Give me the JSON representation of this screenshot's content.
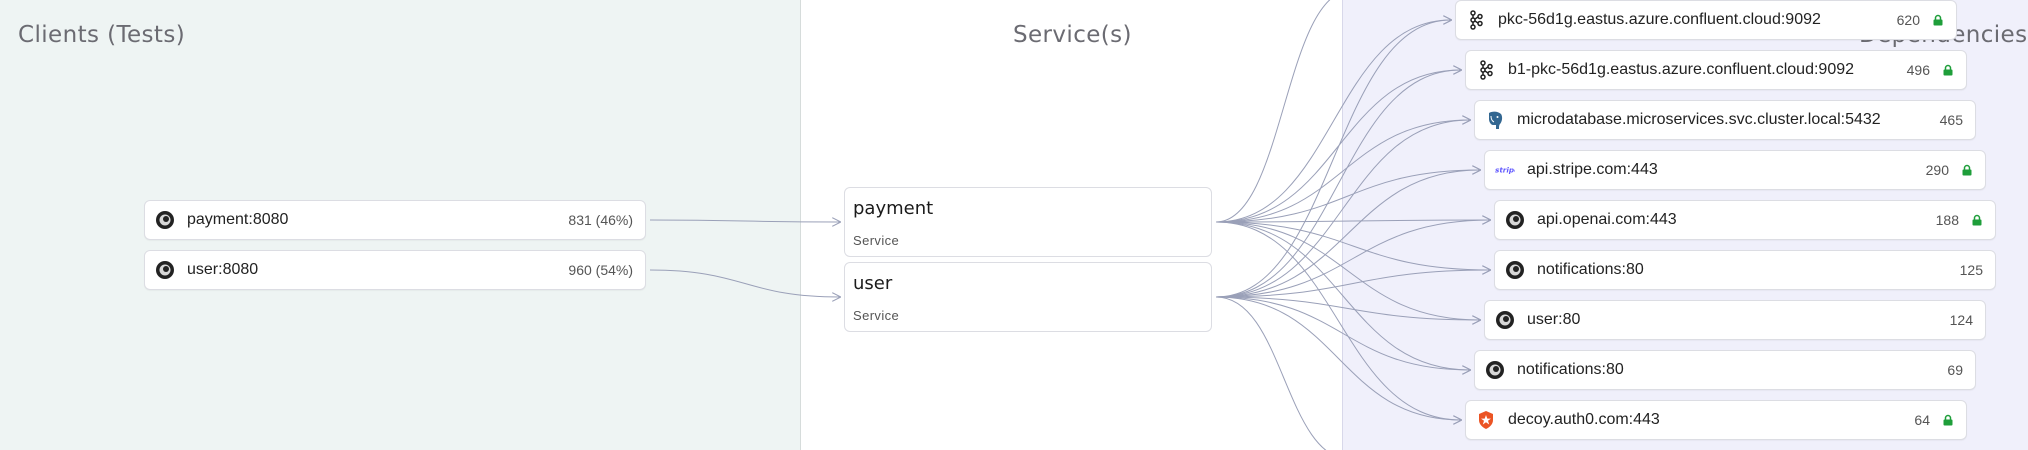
{
  "columns": {
    "clients_title": "Clients (Tests)",
    "services_title": "Service(s)",
    "dependencies_title": "Dependencies"
  },
  "colors": {
    "edge": "#9aa0b8",
    "lock": "#1e9e3a"
  },
  "clients": [
    {
      "label": "payment:8080",
      "count": "831 (46%)",
      "icon": "service-ring-icon"
    },
    {
      "label": "user:8080",
      "count": "960 (54%)",
      "icon": "service-ring-icon"
    }
  ],
  "services": [
    {
      "name": "payment",
      "type": "Service"
    },
    {
      "name": "user",
      "type": "Service"
    }
  ],
  "dependencies": [
    {
      "label": "pkc-56d1g.eastus.azure.confluent.cloud:9092",
      "count": "620",
      "icon": "kafka-icon",
      "secure": true
    },
    {
      "label": "b1-pkc-56d1g.eastus.azure.confluent.cloud:9092",
      "count": "496",
      "icon": "kafka-icon",
      "secure": true
    },
    {
      "label": "microdatabase.microservices.svc.cluster.local:5432",
      "count": "465",
      "icon": "postgres-elephant-icon",
      "secure": false
    },
    {
      "label": "api.stripe.com:443",
      "count": "290",
      "icon": "stripe-logo-icon",
      "secure": true
    },
    {
      "label": "api.openai.com:443",
      "count": "188",
      "icon": "service-ring-icon",
      "secure": true
    },
    {
      "label": "notifications:80",
      "count": "125",
      "icon": "service-ring-icon",
      "secure": false
    },
    {
      "label": "user:80",
      "count": "124",
      "icon": "service-ring-icon",
      "secure": false
    },
    {
      "label": "notifications:80",
      "count": "69",
      "icon": "service-ring-icon",
      "secure": false
    },
    {
      "label": "decoy.auth0.com:443",
      "count": "64",
      "icon": "auth0-shield-icon",
      "secure": true
    }
  ]
}
